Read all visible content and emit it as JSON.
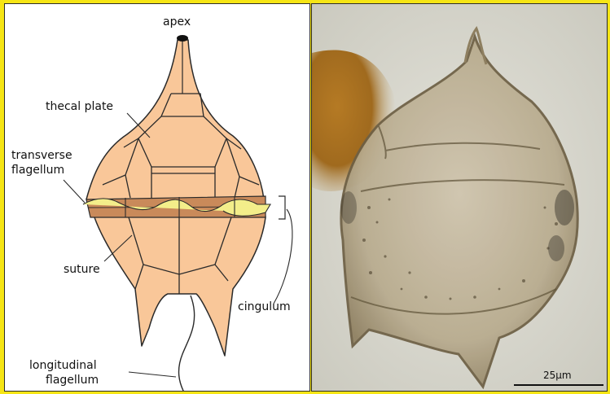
{
  "labels": {
    "apex": "apex",
    "thecal_plate": "thecal plate",
    "transverse_flagellum_line1": "transverse",
    "transverse_flagellum_line2": "flagellum",
    "suture": "suture",
    "cingulum": "cingulum",
    "longitudinal_flagellum_line1": "longitudinal",
    "longitudinal_flagellum_line2": "flagellum"
  },
  "scale_bar": {
    "label": "25μm"
  },
  "colors": {
    "border": "#f6e514",
    "cell_fill": "#f9c799",
    "cingulum_band": "#c98a5a",
    "flagellum_wave": "#f3ee8a",
    "outline": "#2a2a2a",
    "micro_background": "#d8d7cf"
  }
}
